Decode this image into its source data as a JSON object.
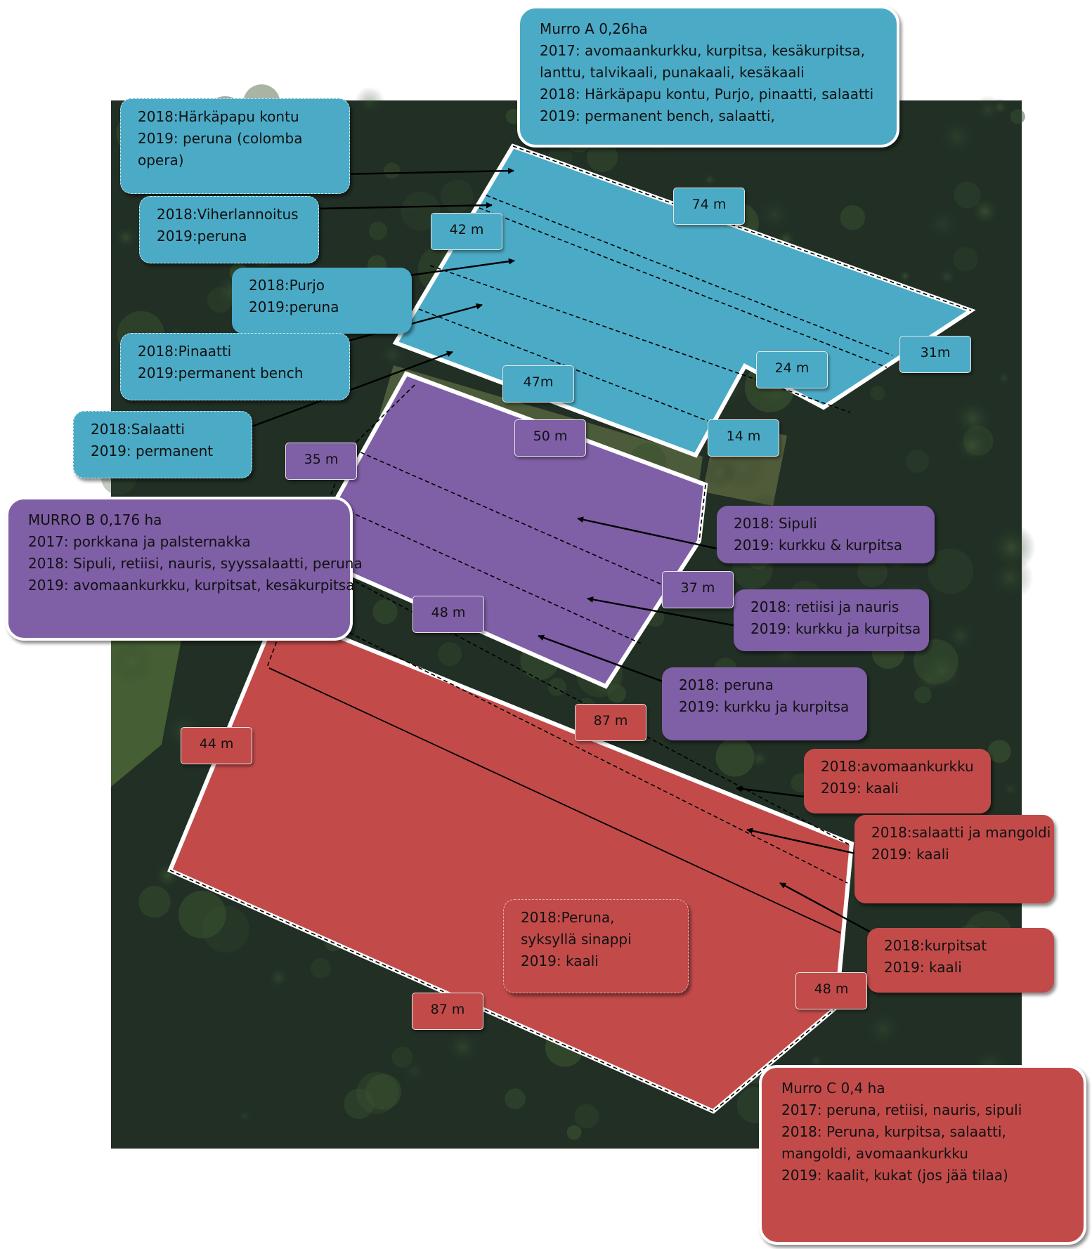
{
  "colors": {
    "murro_a": "#4babc6",
    "murro_b": "#7f5fa6",
    "murro_c": "#c24b4a",
    "outline": "#ffffff",
    "arrow": "#000000"
  },
  "murro_a": {
    "info": [
      "Murro A 0,26ha",
      "2017: avomaankurkku, kurpitsa, kesäkurpitsa, lanttu, talvikaali, punakaali, kesäkaali",
      "2018: Härkäpapu kontu, Purjo, pinaatti, salaatti",
      "2019: permanent bench, salaatti,"
    ],
    "rows": [
      [
        "2018:Härkäpapu kontu",
        "2019: peruna (colomba opera)"
      ],
      [
        "2018:Viherlannoitus",
        "2019:peruna"
      ],
      [
        "2018:Purjo",
        "2019:peruna"
      ],
      [
        "2018:Pinaatti",
        "2019:permanent bench"
      ],
      [
        "2018:Salaatti",
        "2019: permanent"
      ]
    ],
    "dimensions": [
      "74 m",
      "42 m",
      "31m",
      "24 m",
      "47m",
      "14 m"
    ]
  },
  "murro_b": {
    "info": [
      "MURRO B 0,176 ha",
      "2017: porkkana ja palsternakka",
      "2018: Sipuli, retiisi, nauris, syyssalaatti, peruna",
      "2019: avomaankurkku, kurpitsat, kesäkurpitsa"
    ],
    "rows": [
      [
        "2018: Sipuli",
        "2019: kurkku & kurpitsa"
      ],
      [
        "2018: retiisi ja nauris",
        "2019: kurkku ja kurpitsa"
      ],
      [
        "2018: peruna",
        "2019: kurkku ja kurpitsa"
      ]
    ],
    "dimensions": [
      "50 m",
      "35 m",
      "37 m",
      "48 m"
    ]
  },
  "murro_c": {
    "info": [
      "Murro C 0,4 ha",
      "2017: peruna, retiisi, nauris, sipuli",
      "2018: Peruna, kurpitsa, salaatti, mangoldi, avomaankurkku",
      "2019: kaalit, kukat (jos jää tilaa)"
    ],
    "rows": [
      [
        "2018:avomaankurkku",
        "2019: kaali"
      ],
      [
        "2018:salaatti ja mangoldi",
        "2019: kaali"
      ],
      [
        "2018:kurpitsat",
        "2019: kaali"
      ],
      [
        "2018:Peruna, syksyllä sinappi",
        "2019: kaali"
      ]
    ],
    "dimensions": [
      "87 m",
      "44 m",
      "87 m",
      "48 m"
    ]
  }
}
